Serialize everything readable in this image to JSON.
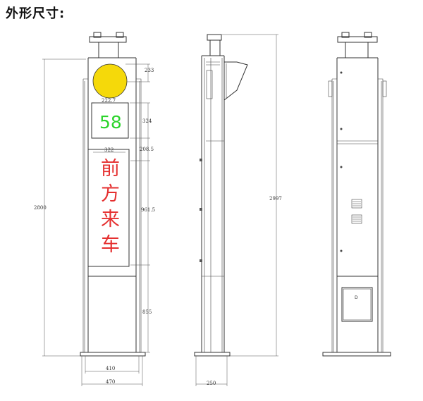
{
  "title": "外形尺寸:",
  "front_view": {
    "counter_display": "58",
    "led_text": [
      "前",
      "方",
      "来",
      "车"
    ],
    "lamp_color": "#f5d90a",
    "counter_color": "#2bd42b",
    "led_color": "#e53030",
    "dimensions": {
      "total_height": "2800",
      "lamp_height": "233",
      "lamp_width": "222.7",
      "counter_height": "324",
      "gap": "208.5",
      "led_width": "322",
      "led_height": "961.5",
      "lower_height": "855",
      "inner_width": "410",
      "base_width": "470"
    }
  },
  "side_view": {
    "dimensions": {
      "total_height": "2997",
      "base_width": "250"
    }
  },
  "back_view": {
    "door_label": "D"
  }
}
